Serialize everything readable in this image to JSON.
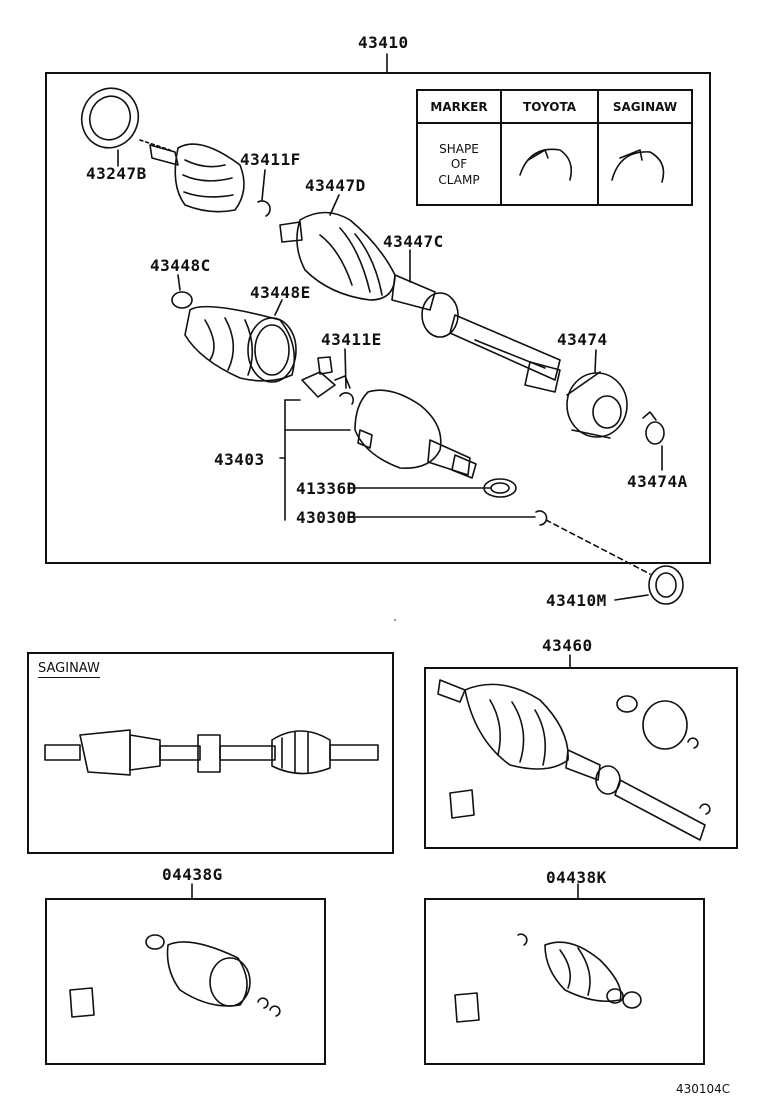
{
  "parts": {
    "p43410": "43410",
    "p43247B": "43247B",
    "p43411F": "43411F",
    "p43447D": "43447D",
    "p43447C": "43447C",
    "p43448C": "43448C",
    "p43448E": "43448E",
    "p43411E": "43411E",
    "p43474": "43474",
    "p43403": "43403",
    "p41336D": "41336D",
    "p43030B": "43030B",
    "p43474A": "43474A",
    "p43410M": "43410M",
    "p43460": "43460",
    "p04438G": "04438G",
    "p04438K": "04438K"
  },
  "clamp_table": {
    "col_marker": "MARKER",
    "col_toyota": "TOYOTA",
    "col_saginaw": "SAGINAW",
    "row_label": "SHAPE\nOF\nCLAMP"
  },
  "saginaw_box_label": "SAGINAW",
  "figure_code": "430104C"
}
